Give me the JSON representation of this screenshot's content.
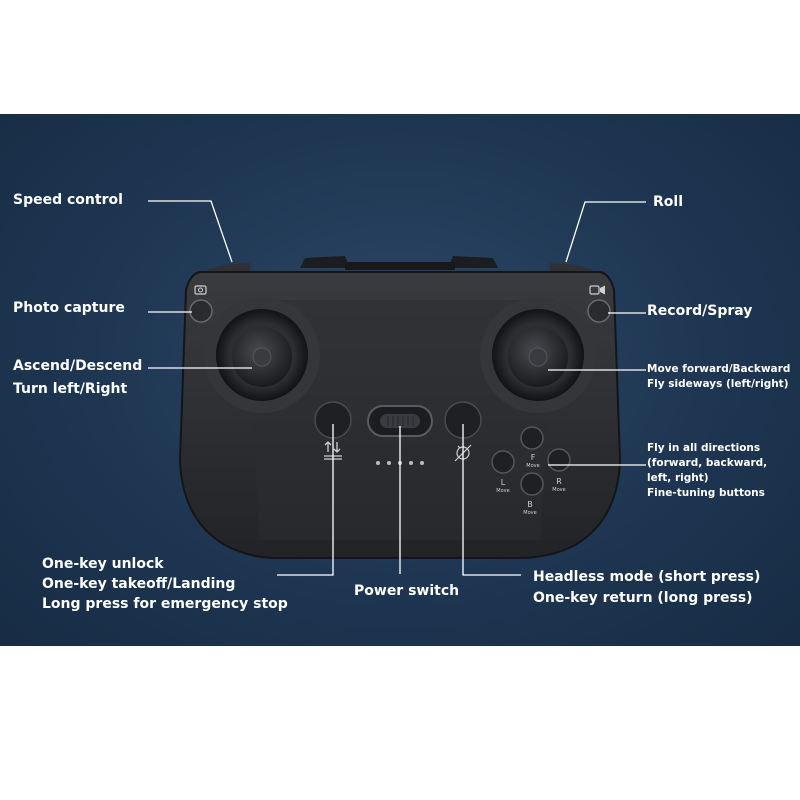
{
  "labels": {
    "speed_control": "Speed control",
    "roll": "Roll",
    "photo_capture": "Photo capture",
    "record_spray": "Record/Spray",
    "ascend_descend": "Ascend/Descend",
    "turn_left_right": "Turn left/Right",
    "move_forward_backward": "Move forward/Backward",
    "fly_sideways": "Fly sideways (left/right)",
    "fly_all_1": "Fly in all directions",
    "fly_all_2": "(forward, backward,",
    "fly_all_3": "left, right)",
    "fine_tuning": "Fine-tuning buttons",
    "unlock_1": "One-key unlock",
    "unlock_2": "One-key takeoff/Landing",
    "unlock_3": "Long press for emergency stop",
    "power_switch": "Power switch",
    "headless_1": "Headless mode (short press)",
    "headless_2": "One-key return (long press)"
  },
  "dpad": {
    "f": "F",
    "l": "L",
    "r": "R",
    "b": "B",
    "move": "Move"
  },
  "colors": {
    "background": "#1e3652",
    "controller": "#2a2b2e",
    "label": "#ffffff",
    "leader_line": "#ffffff"
  }
}
